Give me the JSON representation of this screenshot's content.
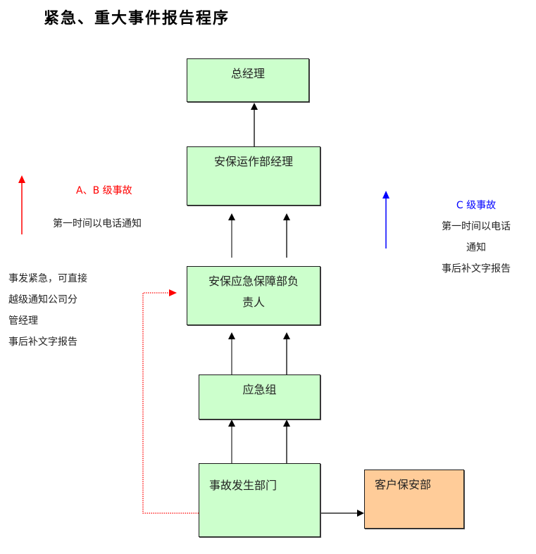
{
  "title": "紧急、重大事件报告程序",
  "boxes": {
    "general_manager": "总经理",
    "security_ops_manager": "安保运作部经理",
    "security_emergency_head_line1": "安保应急保障部负",
    "security_emergency_head_line2": "责人",
    "emergency_group": "应急组",
    "incident_department": "事故发生部门",
    "client_security_department": "客户保安部"
  },
  "notes": {
    "ab_level": {
      "label": "A、B 级事故",
      "line1": "第一时间以电话通知",
      "color": "#ff0000"
    },
    "c_level": {
      "label": "C 级事故",
      "lines": [
        "第一时间以电话",
        "通知",
        "事后补文字报告"
      ],
      "color": "#0000ff"
    },
    "urgent": {
      "lines": [
        "事发紧急，可直接",
        "越级通知公司分",
        "管经理",
        "事后补文字报告"
      ]
    }
  },
  "colors": {
    "box_green": "#ccffcc",
    "box_orange": "#ffcc99",
    "arrow_black": "#000000",
    "arrow_red": "#ff0000",
    "arrow_blue": "#0000ff"
  }
}
